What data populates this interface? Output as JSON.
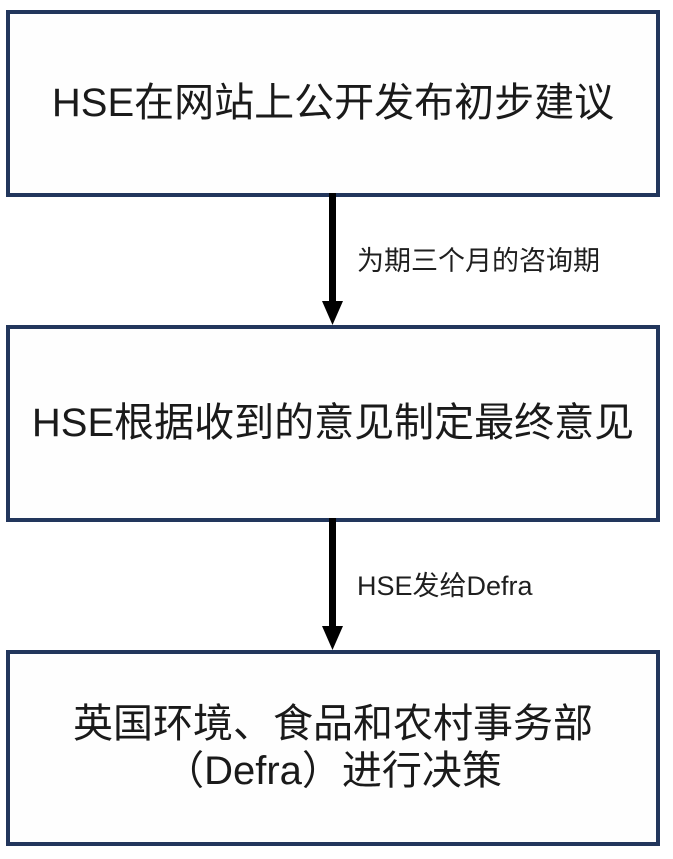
{
  "diagram": {
    "title": "HSE consultation to Defra decision flow",
    "orientation": "top-to-bottom",
    "colors": {
      "box_border": "#22365c",
      "box_fill": "#fefefe",
      "arrow": "#000000",
      "box_text": "#1a1a1a",
      "edge_text": "#1f1f1f",
      "background": "#ffffff"
    },
    "nodes": [
      {
        "id": "node-1",
        "shape": "rectangle",
        "text": "HSE在网站上公开发布初步建议"
      },
      {
        "id": "node-2",
        "shape": "rectangle",
        "text": "HSE根据收到的意见制定最终意见"
      },
      {
        "id": "node-3",
        "shape": "rectangle",
        "text": "英国环境、食品和农村事务部\n（Defra）进行决策"
      }
    ],
    "edges": [
      {
        "id": "edge-1",
        "from": "node-1",
        "to": "node-2",
        "arrow": "down",
        "label": "为期三个月的咨询期"
      },
      {
        "id": "edge-2",
        "from": "node-2",
        "to": "node-3",
        "arrow": "down",
        "label": "HSE发给Defra"
      }
    ]
  }
}
